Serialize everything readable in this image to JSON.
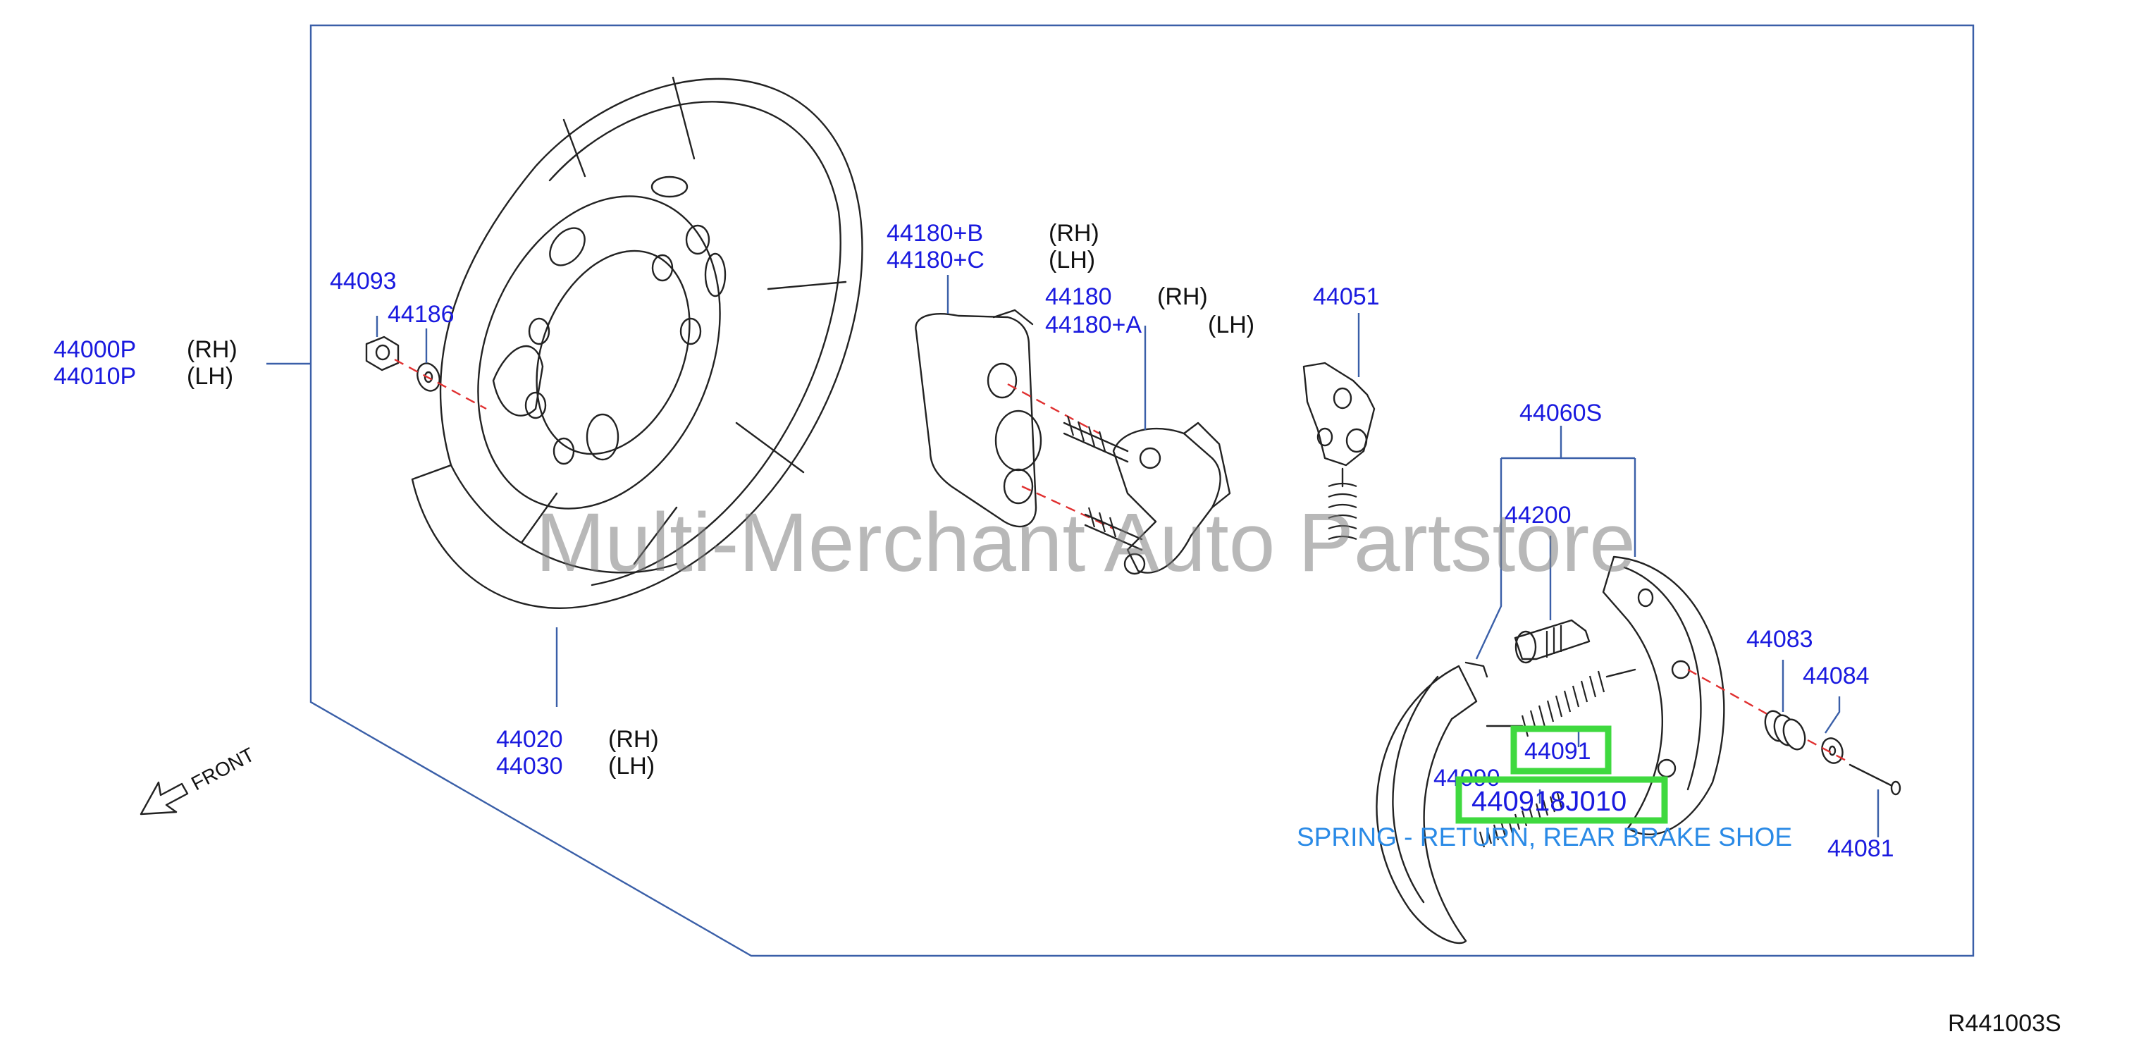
{
  "diagram_id": "R441003S",
  "watermark": "Multi-Merchant Auto Partstore",
  "front_label": "FRONT",
  "labels": {
    "p44000P": "44000P",
    "p44000P_side": "(RH)",
    "p44010P": "44010P",
    "p44010P_side": "(LH)",
    "p44093": "44093",
    "p44186": "44186",
    "p44020": "44020",
    "p44020_side": "(RH)",
    "p44030": "44030",
    "p44030_side": "(LH)",
    "p44180B": "44180+B",
    "p44180B_side": "(RH)",
    "p44180C": "44180+C",
    "p44180C_side": "(LH)",
    "p44180": "44180",
    "p44180_side": "(RH)",
    "p44180A": "44180+A",
    "p44180A_side": "(LH)",
    "p44051": "44051",
    "p44060S": "44060S",
    "p44200": "44200",
    "p44083": "44083",
    "p44084": "44084",
    "p44091": "44091",
    "p44090": "44090",
    "p44091_8J010": "440918J010",
    "p44081": "44081"
  },
  "highlight": {
    "description": "SPRING - RETURN, REAR BRAKE SHOE",
    "color": "#3fd93f"
  },
  "colors": {
    "part_number": "#1a1adf",
    "leader": "#3a5fa8",
    "centerline": "#e03030",
    "description": "#2a8ae6"
  }
}
